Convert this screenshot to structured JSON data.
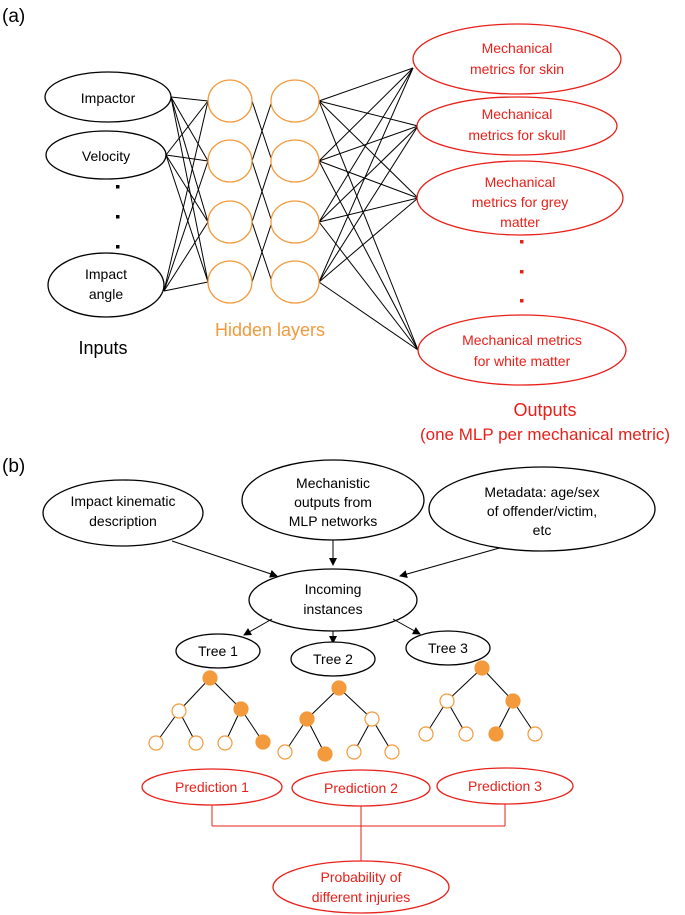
{
  "panel_a": {
    "label": "(a)",
    "inputs": [
      "Impactor",
      "Velocity"
    ],
    "input_last": [
      "Impact",
      "angle"
    ],
    "inputs_caption": "Inputs",
    "hidden_caption": "Hidden layers",
    "outputs": [
      [
        "Mechanical",
        "metrics for skin"
      ],
      [
        "Mechanical",
        "metrics for skull"
      ],
      [
        "Mechanical",
        "metrics for grey",
        "matter"
      ],
      [
        "Mechanical metrics",
        "for white matter"
      ]
    ],
    "outputs_caption": "Outputs",
    "outputs_subcaption": "(one MLP per mechanical metric)"
  },
  "panel_b": {
    "label": "(b)",
    "sources": [
      [
        "Impact kinematic",
        "description"
      ],
      [
        "Mechanistic",
        "outputs from",
        "MLP networks"
      ],
      [
        "Metadata: age/sex",
        "of offender/victim,",
        "etc"
      ]
    ],
    "incoming": [
      "Incoming",
      "instances"
    ],
    "trees": [
      "Tree 1",
      "Tree 2",
      "Tree 3"
    ],
    "predictions": [
      "Prediction 1",
      "Prediction 2",
      "Prediction 3"
    ],
    "result": [
      "Probability of",
      "different injuries"
    ]
  },
  "colors": {
    "black": "#000000",
    "orange": "#F39A3C",
    "red": "#E8201A"
  }
}
